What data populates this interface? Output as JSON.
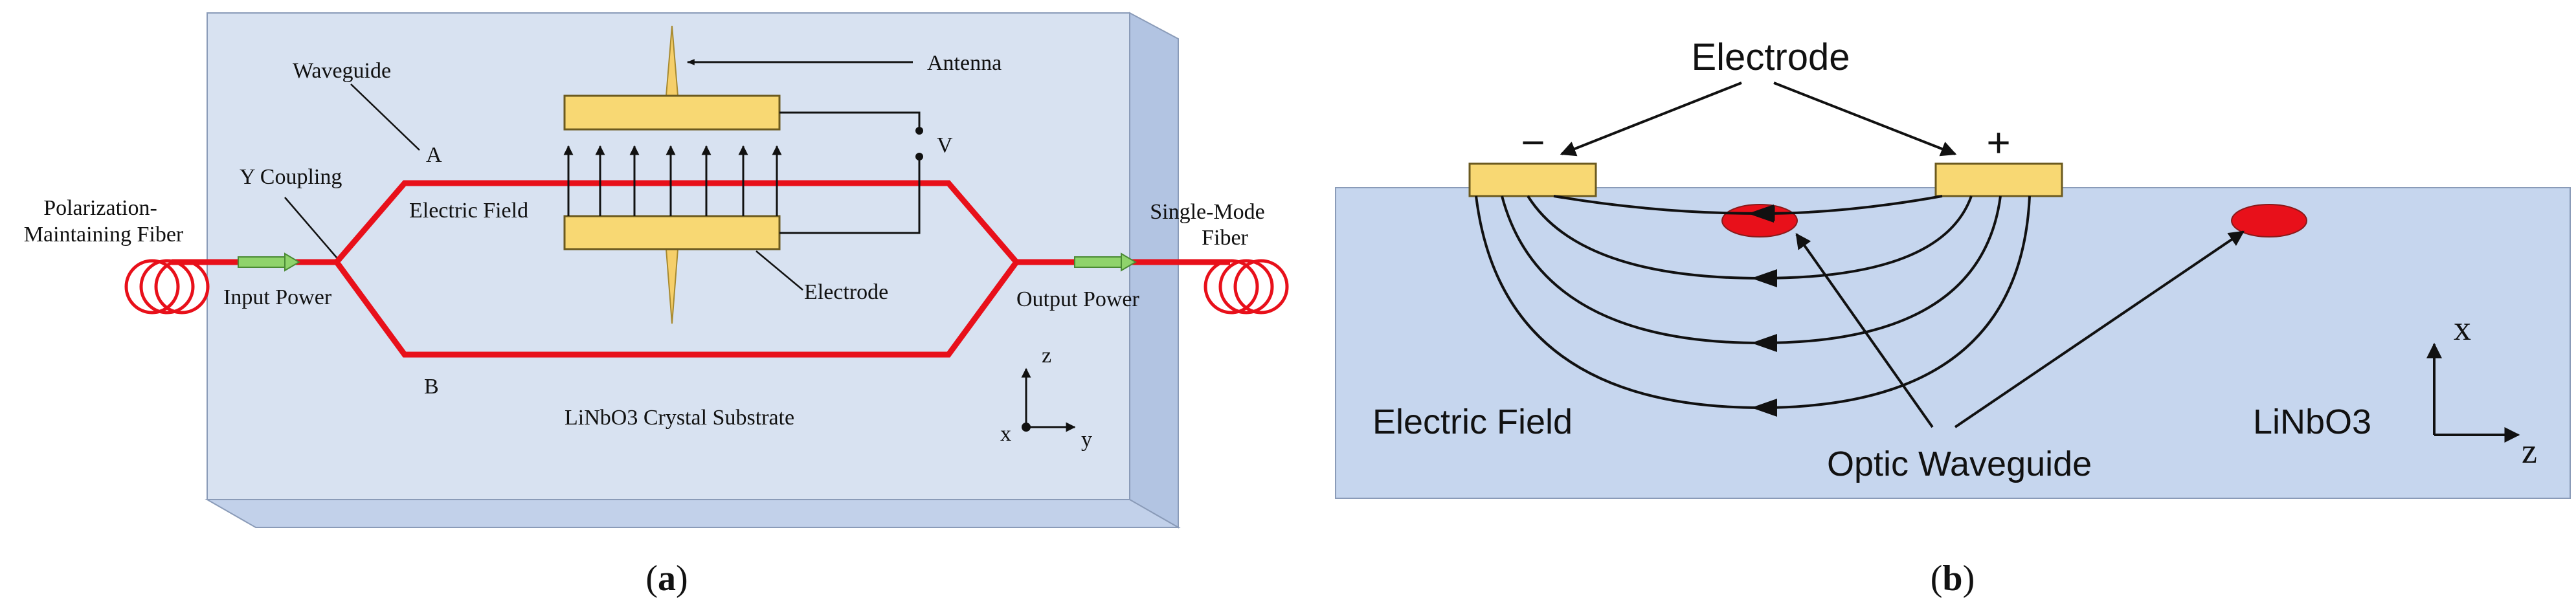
{
  "panel_a": {
    "caption": "a",
    "labels": {
      "polarization_fiber": [
        "Polarization-",
        "Maintaining Fiber"
      ],
      "y_coupling": "Y Coupling",
      "input_power": "Input Power",
      "waveguide": "Waveguide",
      "arm_a": "A",
      "arm_b": "B",
      "electric_field": "Electric Field",
      "antenna": "Antenna",
      "voltage": "V",
      "electrode": "Electrode",
      "output_power": "Output Power",
      "single_mode_fiber": [
        "Single-Mode",
        "Fiber"
      ],
      "substrate": "LiNbO3 Crystal Substrate",
      "axis_z": "z",
      "axis_x": "x",
      "axis_y": "y"
    }
  },
  "panel_b": {
    "caption": "b",
    "labels": {
      "electrode": "Electrode",
      "minus": "−",
      "plus": "+",
      "electric_field": "Electric Field",
      "optic_waveguide": "Optic Waveguide",
      "material": "LiNbO3",
      "axis_x": "x",
      "axis_z": "z"
    }
  },
  "colors": {
    "substrate_face": "#d8e2f1",
    "substrate_side": "#b2c4e2",
    "substrate_bottom": "#c2d1ea",
    "waveguide": "#e8101a",
    "electrode": "#f8d873",
    "fiber": "#e8101a",
    "coupler": "#8fd36b"
  }
}
